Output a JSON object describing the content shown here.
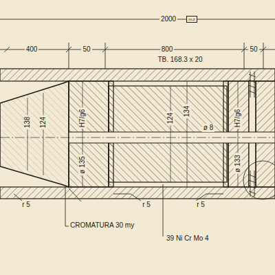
{
  "diagram": {
    "labels": [
      "2000",
      "m.z",
      "400",
      "50",
      "800",
      "50",
      "TB. 168.3 x 20",
      "138",
      "124",
      "H7/g6",
      "ø 135",
      "124",
      "134",
      "ø 8",
      "H7/g6",
      "ø 133",
      "r 5",
      "r 5",
      "r 5",
      "CROMATURA 30 my",
      "39 Ni Cr Mo 4"
    ]
  }
}
